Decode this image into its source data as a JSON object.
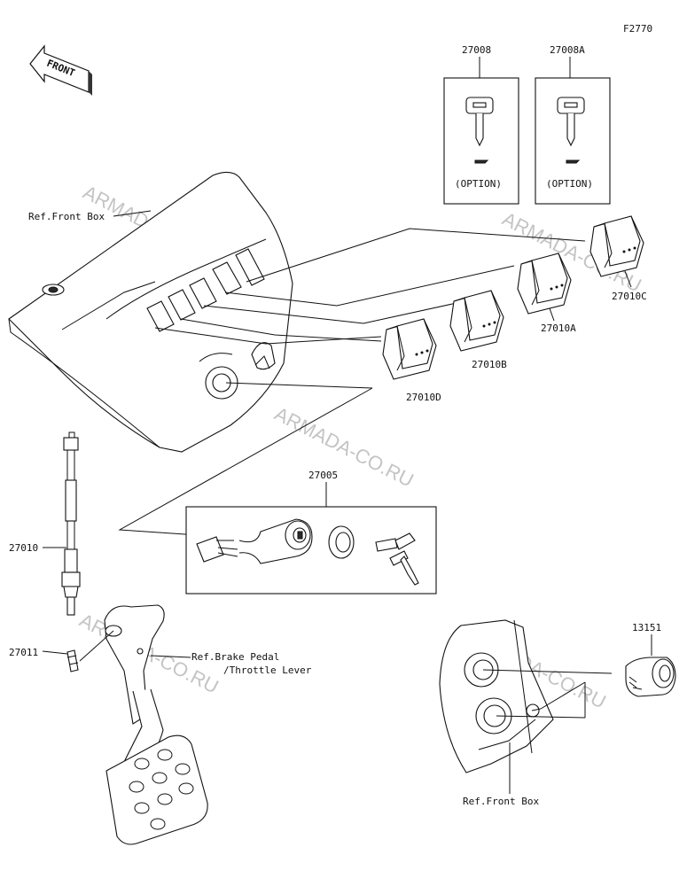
{
  "figure_code": "F2770",
  "front_arrow_label": "FRONT",
  "watermarks": [
    "ARMADA-CO.RU",
    "ARMADA-CO.RU",
    "ARMADA-CO.RU",
    "ARMADA-CO.RU",
    "ARMADA-CO.RU"
  ],
  "key_options": [
    {
      "part_no": "27008",
      "note": "(OPTION)"
    },
    {
      "part_no": "27008A",
      "note": "(OPTION)"
    }
  ],
  "rocker_switches": [
    "27010C",
    "27010A",
    "27010B",
    "27010D"
  ],
  "ignition_switch": "27005",
  "brake_switch": "27010",
  "clip": "27011",
  "socket": "13151",
  "refs": {
    "front_box_top": "Ref.Front Box",
    "brake_pedal": "Ref.Brake Pedal",
    "throttle_lever": "/Throttle Lever",
    "front_box_bottom": "Ref.Front Box"
  }
}
